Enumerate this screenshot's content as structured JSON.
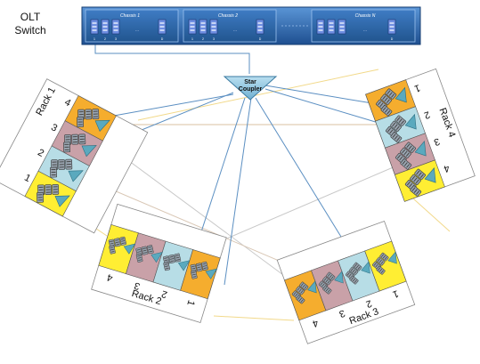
{
  "olt": {
    "title_line1": "OLT",
    "title_line2": "Switch",
    "chassis": [
      {
        "label": "Chassis 1",
        "ports": [
          "1",
          "2",
          "3",
          "…",
          "D"
        ]
      },
      {
        "label": "Chassis 2",
        "ports": [
          "1",
          "2",
          "3",
          "…",
          "D"
        ]
      },
      {
        "label": "Chassis N",
        "ports": [
          "",
          "",
          "",
          "…",
          "D"
        ]
      }
    ]
  },
  "coupler": {
    "line1": "Star",
    "line2": "Coupler"
  },
  "racks": [
    {
      "name": "Rack 1",
      "slots": [
        "4",
        "3",
        "2",
        "1"
      ]
    },
    {
      "name": "Rack 2",
      "slots": [
        "4",
        "3",
        "2",
        "1"
      ]
    },
    {
      "name": "Rack 3",
      "slots": [
        "4",
        "3",
        "2",
        "1"
      ]
    },
    {
      "name": "Rack 4",
      "slots": [
        "1",
        "2",
        "3",
        "4"
      ]
    }
  ],
  "colors": {
    "slot_yellow": "#ffee33",
    "slot_blue": "#b7dde6",
    "slot_pink": "#c9a1a8",
    "slot_orange": "#f5ad2e",
    "olt_fill": "#2f6fb8",
    "coupler_fill": "#8fc4de",
    "fiber_blue": "#5b8fc2",
    "fiber_yellow": "#f2d98a",
    "fiber_grey": "#c8c8c8"
  }
}
